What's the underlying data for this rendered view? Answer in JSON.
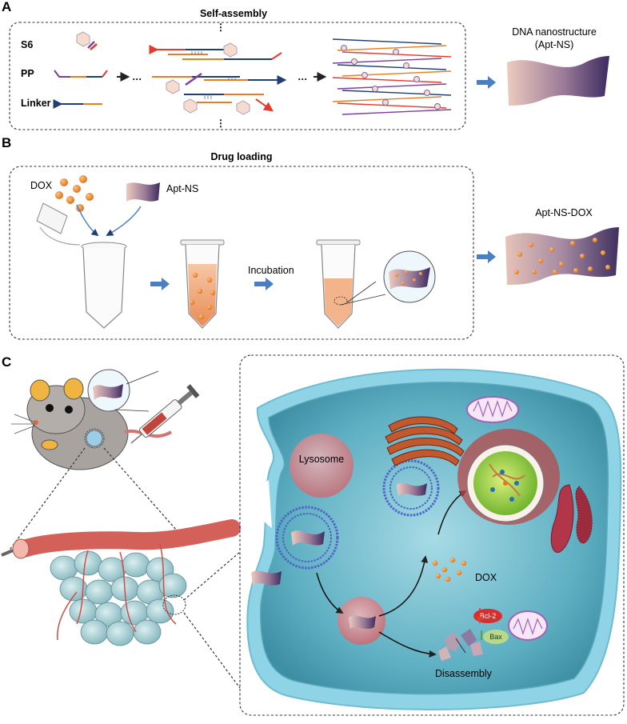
{
  "panel_a": {
    "letter": "A",
    "title": "Self-assembly",
    "components": {
      "s6": "S6",
      "pp": "PP",
      "linker": "Linker"
    },
    "dots": "…",
    "product_label_line1": "DNA nanostructure",
    "product_label_line2": "(Apt-NS)"
  },
  "panel_b": {
    "letter": "B",
    "title": "Drug loading",
    "dox": "DOX",
    "apt_ns": "Apt-NS",
    "incubation": "Incubation",
    "product_label": "Apt-NS-DOX"
  },
  "panel_c": {
    "letter": "C",
    "lysosome": "Lysosome",
    "dox": "DOX",
    "disassembly": "Disassembly",
    "bcl2": "Bcl-2",
    "bax": "Bax"
  },
  "colors": {
    "sheet_light": "#eac9bd",
    "sheet_dark": "#3e2d63",
    "dox_orange": "#e88a2c",
    "membrane": "#8fd3e6",
    "cytoplasm": "#4fa3b8",
    "arrow_blue": "#4a7fc1",
    "strand_navy": "#1f3f74",
    "strand_orange": "#e67e22",
    "strand_red": "#e53b2f",
    "strand_purple": "#7b3fa0"
  }
}
